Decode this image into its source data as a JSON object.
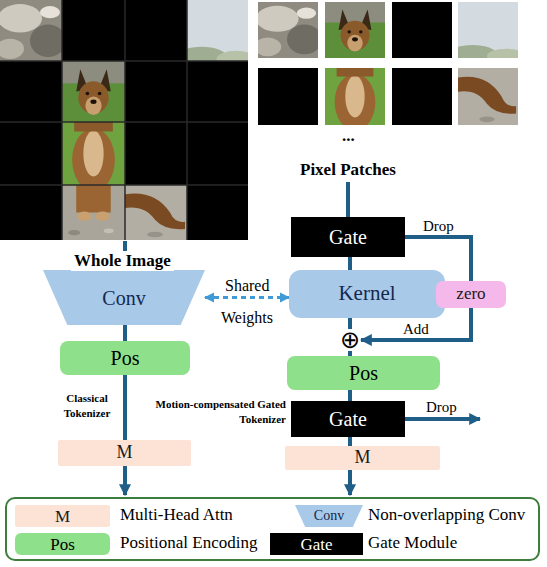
{
  "diagram": {
    "nodes": [
      {
        "text": [
          "Conv"
        ]
      },
      {
        "text": [
          "Pos"
        ]
      },
      {
        "text": [
          "M"
        ]
      },
      {
        "text": [
          "Gate"
        ]
      },
      {
        "text": [
          "Kernel"
        ]
      },
      {
        "text": [
          "zero"
        ]
      },
      {
        "text": [
          "⊕"
        ]
      },
      {
        "text": [
          "Pos"
        ]
      },
      {
        "text": [
          "Gate"
        ]
      },
      {
        "text": [
          "M"
        ]
      }
    ],
    "edges": [
      {
        "from": 0,
        "to": 1,
        "arrow": "none"
      },
      {
        "from": 1,
        "to": 2,
        "arrow": "none"
      },
      {
        "from": 0,
        "to": 4,
        "label": "Shared",
        "arrow": "both"
      },
      {
        "from": 3,
        "to": 4,
        "arrow": "none"
      },
      {
        "from": 3,
        "to": 5,
        "label": "Drop",
        "arrow": "none"
      },
      {
        "from": 4,
        "to": 6,
        "arrow": "none"
      },
      {
        "from": 5,
        "to": 6,
        "label": "Add",
        "arrow": "to"
      },
      {
        "from": 6,
        "to": 7,
        "arrow": "none"
      },
      {
        "from": 7,
        "to": 8,
        "arrow": "none"
      },
      {
        "from": 8,
        "to": 9,
        "arrow": "none"
      }
    ],
    "labels": [
      "Whole Image",
      "...",
      "Pixel Patches",
      "Weights",
      "Drop",
      "Classical Tokenizer",
      "Motion-compensated Gated Tokenizer",
      "M",
      "Conv",
      "Pos",
      "Gate"
    ],
    "legend": [
      {
        "text": "Multi-Head Attn",
        "color": "#fce3d6"
      },
      {
        "text": "Non-overlapping Conv",
        "color": "#a8c9e8"
      },
      {
        "text": "Positional Encoding",
        "color": "#8fe08a"
      },
      {
        "text": "Gate Module",
        "color": "#000000"
      }
    ]
  }
}
